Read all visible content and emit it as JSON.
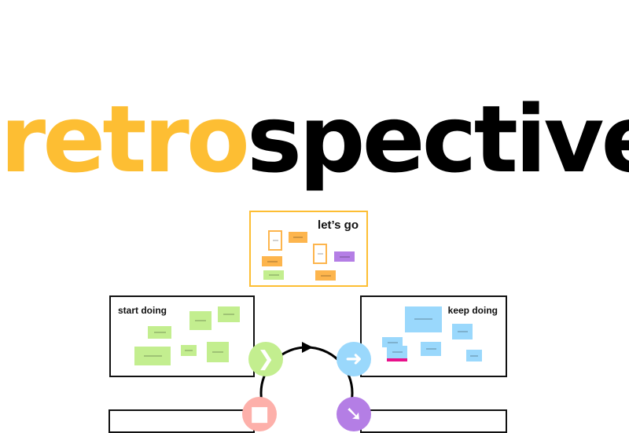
{
  "title": {
    "part1": "retro",
    "part2": "spective"
  },
  "colors": {
    "retro": "#FDBE33",
    "spective": "#000000",
    "start": "#C3EE8F",
    "keep": "#9AD8FC",
    "stop": "#FDB0AA",
    "less": "#B47EE5",
    "letsgo": "#FDBE33"
  },
  "frames": {
    "lets_go": "let’s go",
    "start_doing": "start doing",
    "keep_doing": "keep doing"
  },
  "icons": {
    "start": "chevron-right-icon",
    "keep": "arrow-right-icon",
    "stop": "stop-icon",
    "less": "arrow-down-right-icon"
  }
}
